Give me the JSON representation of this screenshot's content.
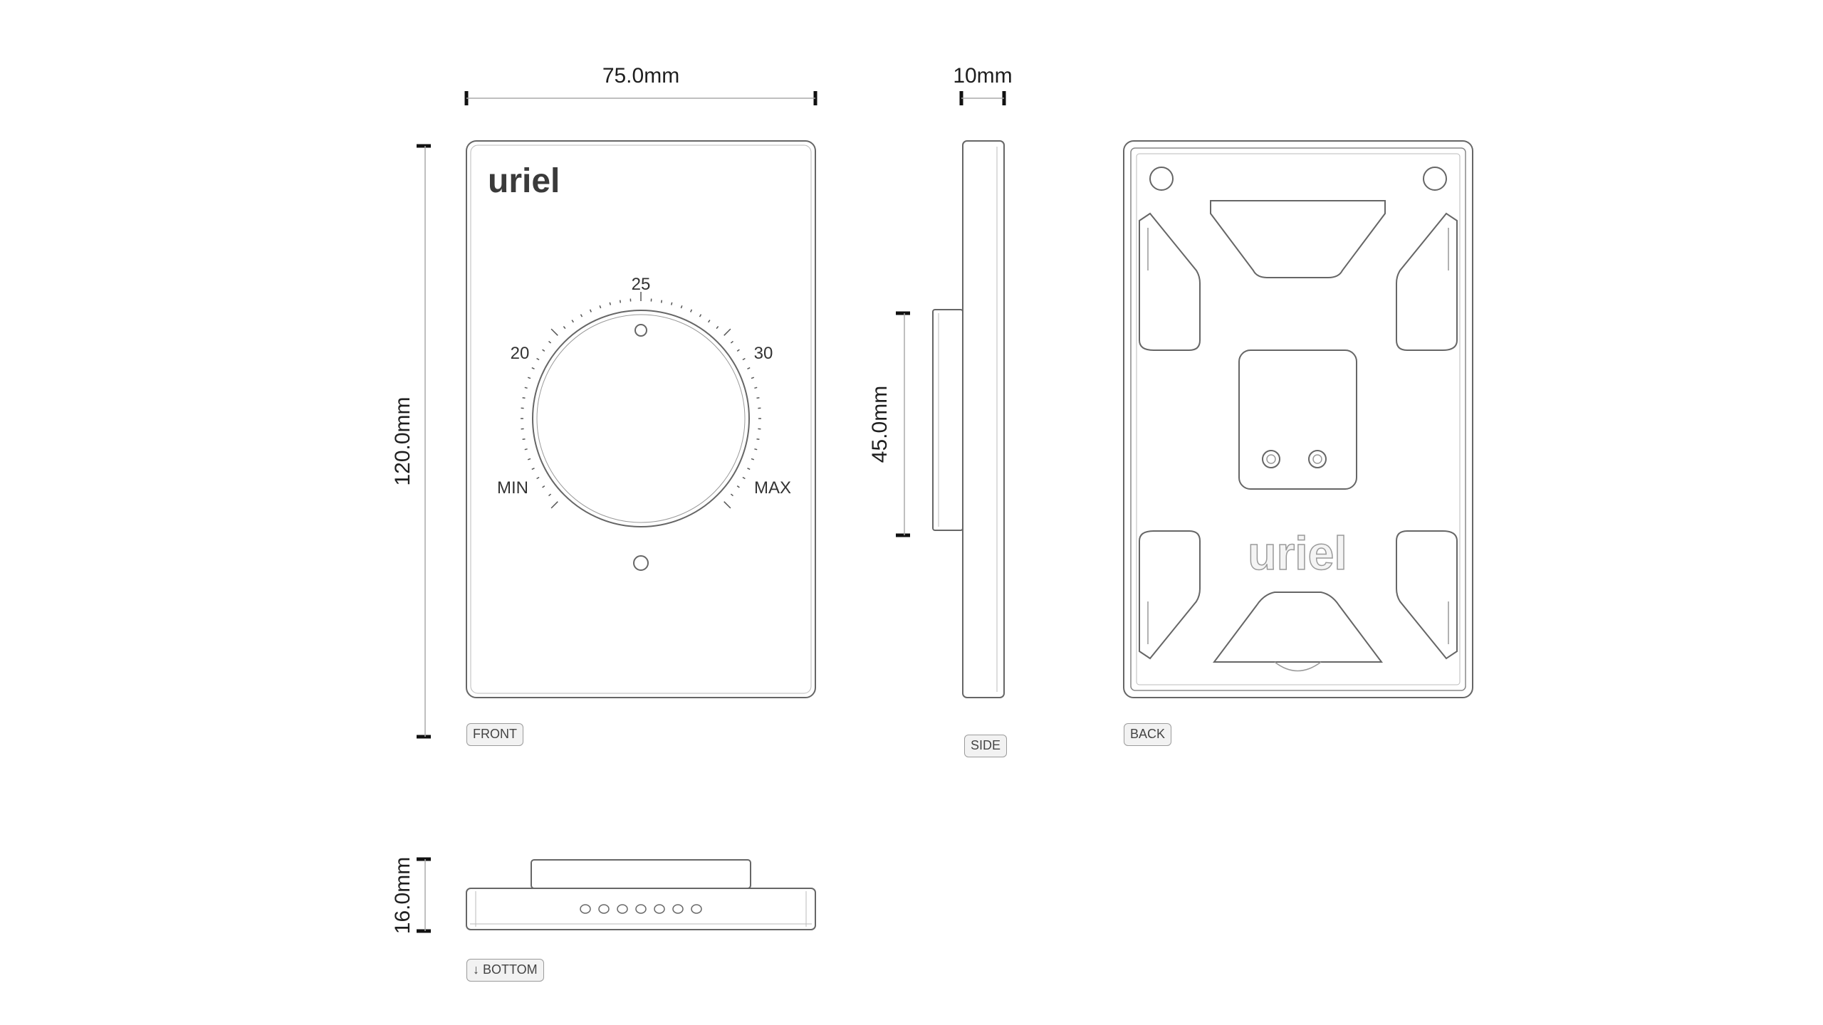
{
  "dimensions": {
    "width": "75.0mm",
    "depth_top": "10mm",
    "height": "120.0mm",
    "side_height": "45.0mm",
    "bottom_depth": "16.0mm"
  },
  "brand": {
    "logo": "uriel"
  },
  "dial": {
    "labels": {
      "top": "25",
      "left": "20",
      "right": "30",
      "min": "MIN",
      "max": "MAX"
    }
  },
  "views": {
    "front": "FRONT",
    "side": "SIDE",
    "back": "BACK",
    "bottom": "↓ BOTTOM"
  }
}
